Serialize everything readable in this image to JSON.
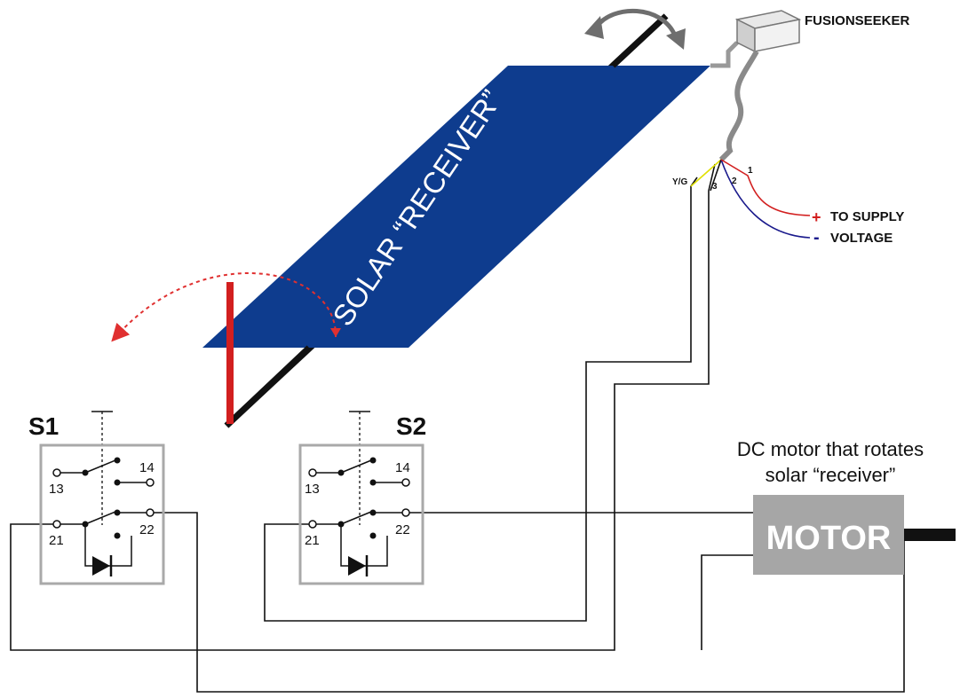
{
  "colors": {
    "panel": "#0e3c8e",
    "rod": "#111111",
    "post": "#d21f1f",
    "box_border": "#a9a9a9",
    "motor_fill": "#a6a6a6",
    "wire_red": "#d21f1f",
    "wire_blue": "#1a1a8c",
    "wire_yg": "#e0e000",
    "arc_red": "#e03030",
    "arc_gray": "#6e6e6e"
  },
  "panel": {
    "label": "SOLAR “RECEIVER”"
  },
  "sensor": {
    "name": "FUSIONSEEKER",
    "wire_labels": {
      "yg": "Y/G",
      "w1": "1",
      "w2": "2",
      "w3": "3"
    }
  },
  "supply": {
    "plus": "+",
    "minus": "-",
    "line1": "TO SUPPLY",
    "line2": "VOLTAGE"
  },
  "switches": [
    {
      "name": "S1",
      "t13": "13",
      "t14": "14",
      "t21": "21",
      "t22": "22"
    },
    {
      "name": "S2",
      "t13": "13",
      "t14": "14",
      "t21": "21",
      "t22": "22"
    }
  ],
  "motor": {
    "label": "MOTOR",
    "caption_line1": "DC motor that rotates",
    "caption_line2": "solar “receiver”"
  }
}
